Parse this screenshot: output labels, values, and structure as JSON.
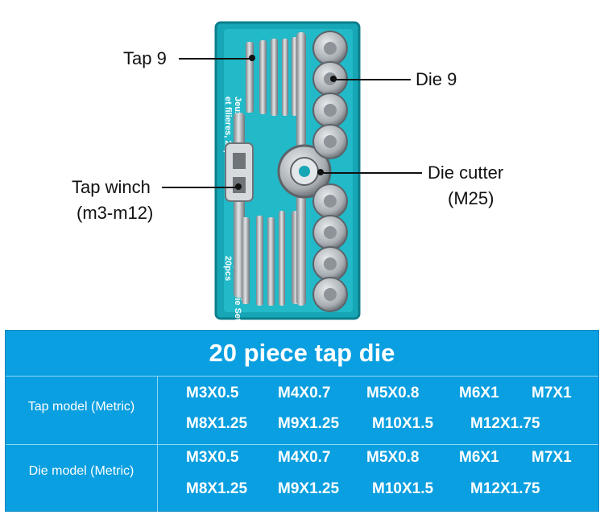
{
  "callouts": {
    "tap9": "Tap 9",
    "die9": "Die 9",
    "tap_winch_line1": "Tap winch",
    "tap_winch_line2": "(m3-m12)",
    "die_cutter_line1": "Die cutter",
    "die_cutter_line2": "(M25)"
  },
  "case_labels": {
    "side_text_1": "Jeux de tarauds",
    "side_text_2": "et filieres, 20pcs",
    "bottom_text_1": "20pcs",
    "bottom_text_2": "Tap and Die Set"
  },
  "spec": {
    "title": "20 piece tap die",
    "tap_label": "Tap model (Metric)",
    "die_label": "Die model (Metric)",
    "tap_row1": [
      "M3X0.5",
      "M4X0.7",
      "M5X0.8",
      "M6X1",
      "M7X1"
    ],
    "tap_row2": [
      "M8X1.25",
      "M9X1.25",
      "M10X1.5",
      "M12X1.75"
    ],
    "die_row1": [
      "M3X0.5",
      "M4X0.7",
      "M5X0.8",
      "M6X1",
      "M7X1"
    ],
    "die_row2": [
      "M8X1.25",
      "M9X1.25",
      "M10X1.5",
      "M12X1.75"
    ]
  },
  "colors": {
    "case": "#16a6b6",
    "table": "#0a9fe0",
    "metal": "#c8ccd0"
  }
}
